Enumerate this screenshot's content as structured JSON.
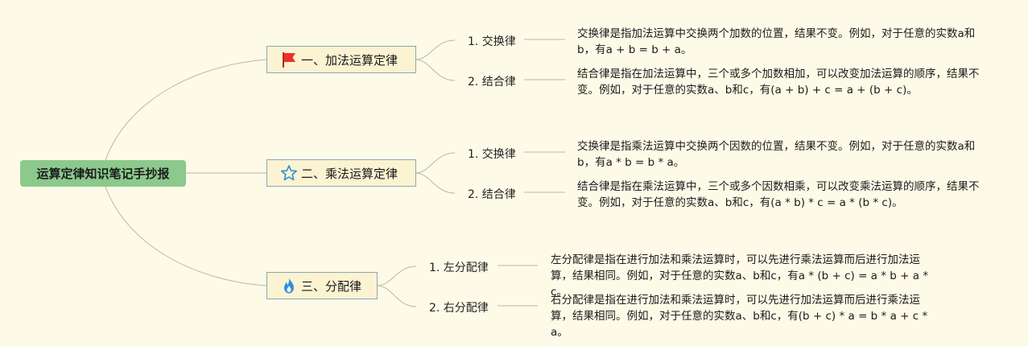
{
  "root": {
    "title": "运算定律知识笔记手抄报"
  },
  "branches": [
    {
      "title": "一、加法运算定律",
      "icon": "red-flag-icon",
      "items": [
        {
          "label": "1. 交换律",
          "desc": "交换律是指加法运算中交换两个加数的位置，结果不变。例如，对于任意的实数a和b，有a + b = b + a。"
        },
        {
          "label": "2. 结合律",
          "desc": "结合律是指在加法运算中，三个或多个加数相加，可以改变加法运算的顺序，结果不变。例如，对于任意的实数a、b和c，有(a + b) + c = a + (b + c)。"
        }
      ]
    },
    {
      "title": "二、乘法运算定律",
      "icon": "star-outline-icon",
      "items": [
        {
          "label": "1. 交换律",
          "desc": "交换律是指乘法运算中交换两个因数的位置，结果不变。例如，对于任意的实数a和b，有a * b = b * a。"
        },
        {
          "label": "2. 结合律",
          "desc": "结合律是指在乘法运算中，三个或多个因数相乘，可以改变乘法运算的顺序，结果不变。例如，对于任意的实数a、b和c，有(a * b) * c = a * (b * c)。"
        }
      ]
    },
    {
      "title": "三、分配律",
      "icon": "blue-flame-icon",
      "items": [
        {
          "label": "1. 左分配律",
          "desc": "左分配律是指在进行加法和乘法运算时，可以先进行乘法运算而后进行加法运算，结果相同。例如，对于任意的实数a、b和c，有a * (b + c) = a * b + a * c。"
        },
        {
          "label": "2. 右分配律",
          "desc": "右分配律是指在进行加法和乘法运算时，可以先进行加法运算而后进行乘法运算，结果相同。例如，对于任意的实数a、b和c，有(b + c) * a = b * a + c * a。"
        }
      ]
    }
  ],
  "colors": {
    "background": "#fdfbe7",
    "root": "#8cc98c",
    "branch_fill": "#fbf3d2",
    "branch_border": "#8fa6b4",
    "connector": "#b8b8a8",
    "flag": "#e8312a",
    "star": "#2f8fd8",
    "flame": "#2f8fd8"
  }
}
